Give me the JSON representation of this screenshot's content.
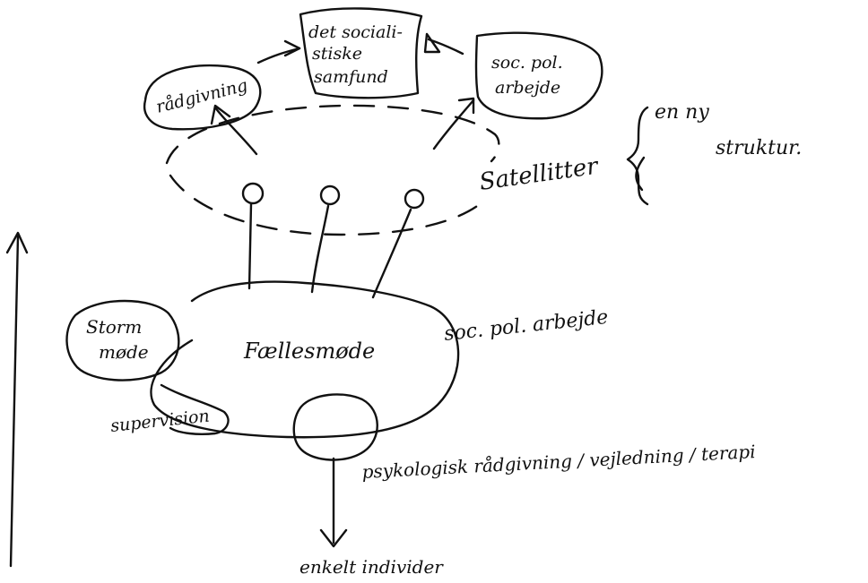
{
  "diagram": {
    "top_box": [
      "det sociali-",
      "stiske",
      "samfund"
    ],
    "left_oval": "rådgivning",
    "right_box": [
      "soc. pol.",
      "arbejde"
    ],
    "brace_label": [
      "en ny",
      "struktur."
    ],
    "satellites_label": "Satellitter",
    "left_blob": [
      "Storm",
      "møde"
    ],
    "center_label": "Fællesmøde",
    "right_main_label": "soc. pol. arbejde",
    "supervision_label": "supervision",
    "bottom_text": "psykologisk rådgivning / vejledning / terapi",
    "outcome_label": "enkelt individer"
  }
}
